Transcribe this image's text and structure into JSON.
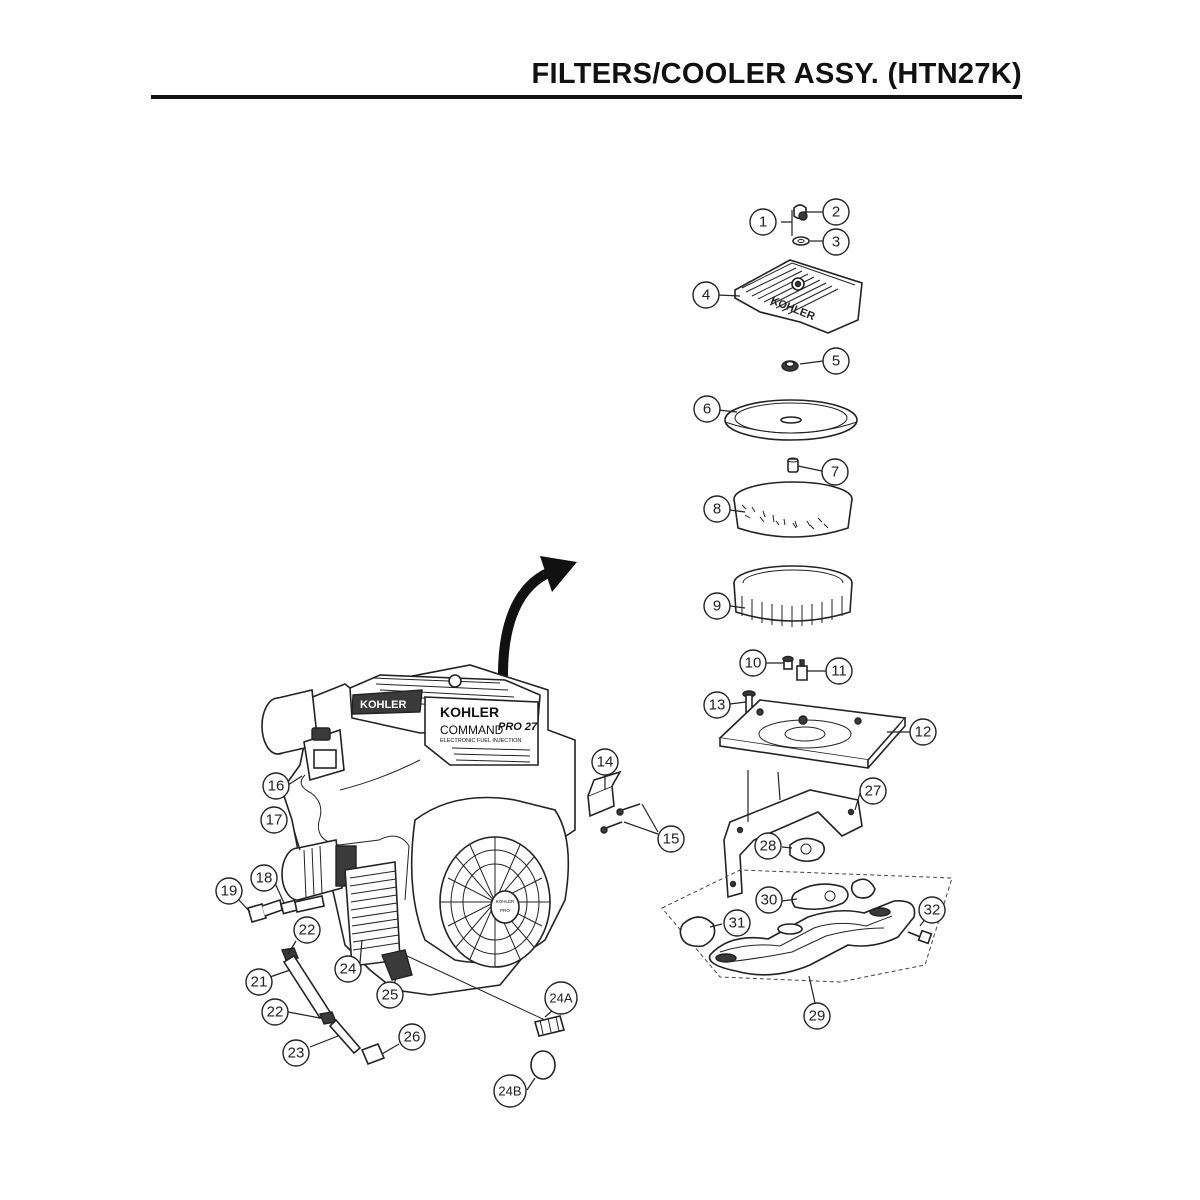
{
  "header": {
    "title": "FILTERS/COOLER ASSY. (HTN27K)"
  },
  "engine": {
    "brand": "KOHLER",
    "model_word": "COMMAND",
    "model_pro": "PRO 27",
    "subtitle": "ELECTRONIC FUEL INJECTION",
    "cover_brand": "KOHLER",
    "fan_brand": "KOHLER",
    "fan_pro": "PRO"
  },
  "air_cleaner": {
    "cover_brand": "KOHLER"
  },
  "callouts": [
    {
      "id": "c1",
      "label": "1"
    },
    {
      "id": "c2",
      "label": "2"
    },
    {
      "id": "c3",
      "label": "3"
    },
    {
      "id": "c4",
      "label": "4"
    },
    {
      "id": "c5",
      "label": "5"
    },
    {
      "id": "c6",
      "label": "6"
    },
    {
      "id": "c7",
      "label": "7"
    },
    {
      "id": "c8",
      "label": "8"
    },
    {
      "id": "c9",
      "label": "9"
    },
    {
      "id": "c10",
      "label": "10"
    },
    {
      "id": "c11",
      "label": "11"
    },
    {
      "id": "c12",
      "label": "12"
    },
    {
      "id": "c13",
      "label": "13"
    },
    {
      "id": "c14",
      "label": "14"
    },
    {
      "id": "c15",
      "label": "15"
    },
    {
      "id": "c16",
      "label": "16"
    },
    {
      "id": "c17",
      "label": "17"
    },
    {
      "id": "c18",
      "label": "18"
    },
    {
      "id": "c19",
      "label": "19"
    },
    {
      "id": "c21",
      "label": "21"
    },
    {
      "id": "c22a",
      "label": "22"
    },
    {
      "id": "c22b",
      "label": "22"
    },
    {
      "id": "c23",
      "label": "23"
    },
    {
      "id": "c24",
      "label": "24"
    },
    {
      "id": "c24a",
      "label": "24A"
    },
    {
      "id": "c24b",
      "label": "24B"
    },
    {
      "id": "c25",
      "label": "25"
    },
    {
      "id": "c26",
      "label": "26"
    },
    {
      "id": "c27",
      "label": "27"
    },
    {
      "id": "c28",
      "label": "28"
    },
    {
      "id": "c29",
      "label": "29"
    },
    {
      "id": "c30",
      "label": "30"
    },
    {
      "id": "c31",
      "label": "31"
    },
    {
      "id": "c32",
      "label": "32"
    }
  ]
}
